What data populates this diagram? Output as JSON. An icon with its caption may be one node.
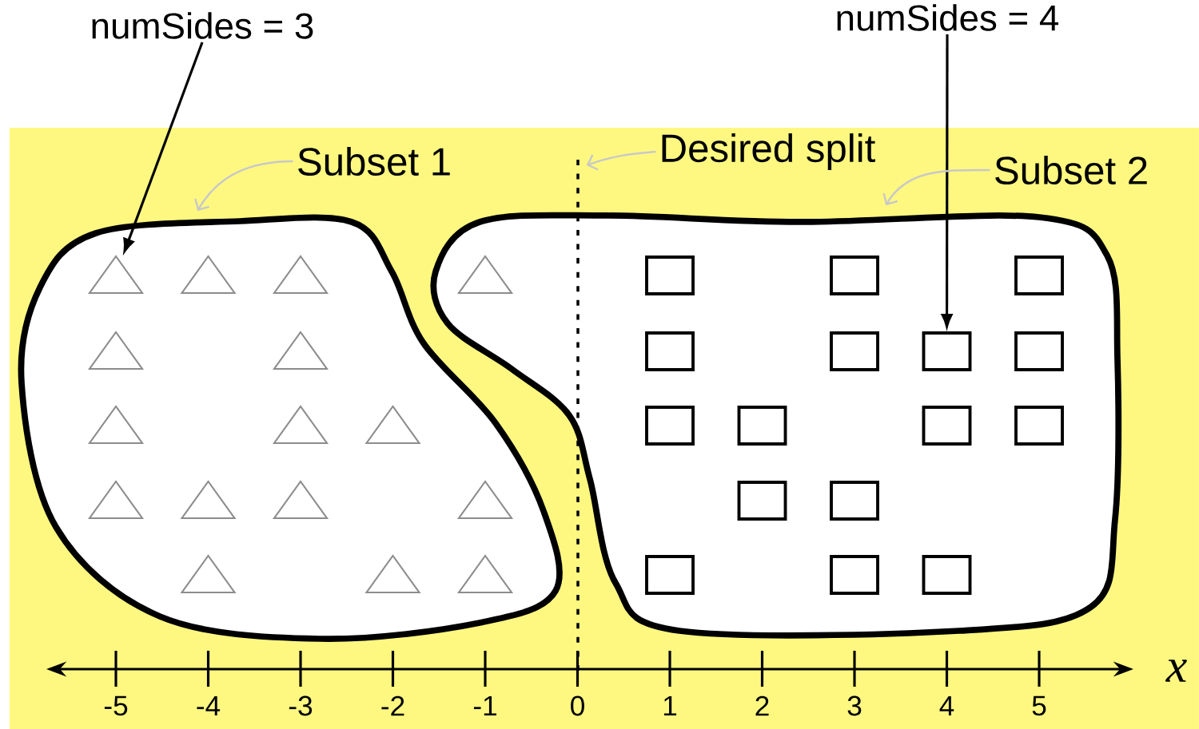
{
  "diagram": {
    "nodes": [
      {
        "text": [
          "numSides = 3"
        ]
      },
      {
        "text": [
          "numSides = 4"
        ]
      },
      {
        "text": [
          "Subset 1"
        ]
      },
      {
        "text": [
          "Desired split"
        ]
      },
      {
        "text": [
          "Subset 2"
        ]
      },
      {
        "text": [],
        "shape": "blob"
      },
      {
        "text": [],
        "shape": "blob"
      },
      {
        "text": [],
        "shape": "line"
      },
      {
        "text": [],
        "shape": "triangle",
        "in": 5
      },
      {
        "text": [],
        "shape": "triangle",
        "in": 5
      },
      {
        "text": [],
        "shape": "triangle",
        "in": 5
      },
      {
        "text": [],
        "shape": "triangle",
        "in": 6
      },
      {
        "text": [],
        "shape": "triangle",
        "in": 5
      },
      {
        "text": [],
        "shape": "triangle",
        "in": 5
      },
      {
        "text": [],
        "shape": "triangle",
        "in": 5
      },
      {
        "text": [],
        "shape": "triangle",
        "in": 5
      },
      {
        "text": [],
        "shape": "triangle",
        "in": 5
      },
      {
        "text": [],
        "shape": "triangle",
        "in": 5
      },
      {
        "text": [],
        "shape": "triangle",
        "in": 5
      },
      {
        "text": [],
        "shape": "triangle",
        "in": 5
      },
      {
        "text": [],
        "shape": "triangle",
        "in": 5
      },
      {
        "text": [],
        "shape": "triangle",
        "in": 5
      },
      {
        "text": [],
        "shape": "triangle",
        "in": 5
      },
      {
        "text": [],
        "shape": "triangle",
        "in": 5
      },
      {
        "text": [],
        "shape": "box",
        "in": 6
      },
      {
        "text": [],
        "shape": "box",
        "in": 6
      },
      {
        "text": [],
        "shape": "box",
        "in": 6
      },
      {
        "text": [],
        "shape": "box",
        "in": 6
      },
      {
        "text": [],
        "shape": "box",
        "in": 6
      },
      {
        "text": [],
        "shape": "box",
        "in": 6
      },
      {
        "text": [],
        "shape": "box",
        "in": 6
      },
      {
        "text": [],
        "shape": "box",
        "in": 6
      },
      {
        "text": [],
        "shape": "box",
        "in": 6
      },
      {
        "text": [],
        "shape": "box",
        "in": 6
      },
      {
        "text": [],
        "shape": "box",
        "in": 6
      },
      {
        "text": [],
        "shape": "box",
        "in": 6
      },
      {
        "text": [],
        "shape": "box",
        "in": 6
      },
      {
        "text": [],
        "shape": "box",
        "in": 6
      },
      {
        "text": [],
        "shape": "box",
        "in": 6
      },
      {
        "text": [],
        "shape": "box",
        "in": 6
      }
    ],
    "edges": [
      {
        "from": 0,
        "to": 8,
        "arrow": "to",
        "color": "#000000"
      },
      {
        "from": 1,
        "to": 29,
        "arrow": "to",
        "color": "#000000"
      },
      {
        "from": 2,
        "to": 5,
        "arrow": "to"
      },
      {
        "from": 3,
        "to": 7,
        "arrow": "to"
      },
      {
        "from": 4,
        "to": 6,
        "arrow": "to"
      }
    ],
    "labels": [
      "-5",
      "-4",
      "-3",
      "-2",
      "-1",
      "0",
      "1",
      "2",
      "3",
      "4",
      "5",
      "x"
    ]
  }
}
